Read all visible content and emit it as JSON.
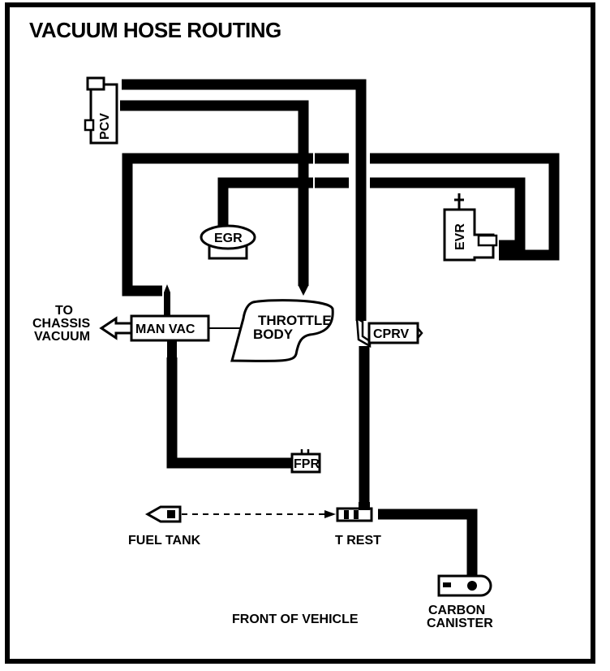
{
  "title": "VACUUM HOSE ROUTING",
  "components": {
    "pcv": "PCV",
    "egr": "EGR",
    "evr": "EVR",
    "man_vac": "MAN VAC",
    "throttle_body_line1": "THROTTLE",
    "throttle_body_line2": "BODY",
    "cprv": "CPRV",
    "fpr": "FPR",
    "t_rest": "T REST",
    "fuel_tank": "FUEL TANK",
    "carbon_canister_line1": "CARBON",
    "carbon_canister_line2": "CANISTER",
    "to_chassis_line1": "TO",
    "to_chassis_line2": "CHASSIS",
    "to_chassis_line3": "VACUUM"
  },
  "footer": "FRONT OF VEHICLE",
  "colors": {
    "ink": "#000000",
    "paper": "#ffffff"
  }
}
